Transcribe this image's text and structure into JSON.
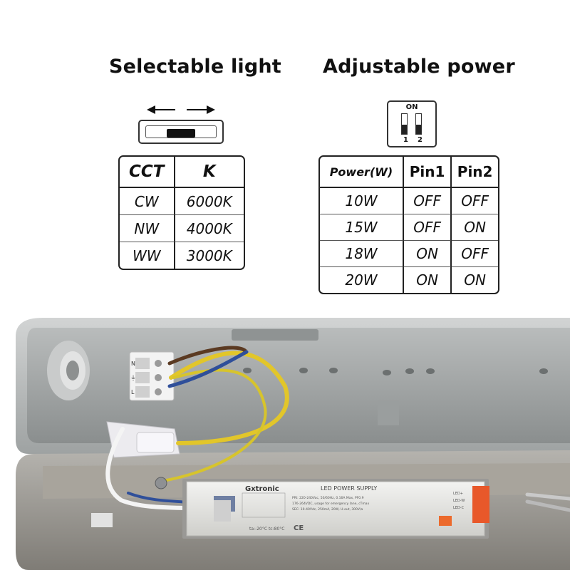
{
  "selectable_light": {
    "title": "Selectable light",
    "table": {
      "headers": [
        "CCT",
        "K"
      ],
      "rows": [
        [
          "CW",
          "6000K"
        ],
        [
          "NW",
          "4000K"
        ],
        [
          "WW",
          "3000K"
        ]
      ]
    }
  },
  "adjustable_power": {
    "title": "Adjustable power",
    "dip_switch": {
      "label": "ON",
      "pins": [
        "1",
        "2"
      ]
    },
    "table": {
      "headers": [
        "Power(W)",
        "Pin1",
        "Pin2"
      ],
      "rows": [
        [
          "10W",
          "OFF",
          "OFF"
        ],
        [
          "15W",
          "OFF",
          "ON"
        ],
        [
          "18W",
          "ON",
          "OFF"
        ],
        [
          "20W",
          "ON",
          "ON"
        ]
      ]
    }
  },
  "photo": {
    "terminal_labels": [
      "N",
      "⏚",
      "L"
    ],
    "driver": {
      "brand": "Gxtronic",
      "label": "LED POWER SUPPLY",
      "specs": [
        "PRI: 220-240Vac, 50/60Hz, 0.16A Max, PF0.9",
        "176-264VDC, usage for emergency lane, cTmax",
        "SEC: 10-40Vdc, 250mA, 20W, U-out, 300V/a"
      ],
      "temp": "ta:-20°C  tc:80°C",
      "marks": "CE",
      "terminals": [
        "LED+",
        "LED-W",
        "LED-C"
      ]
    }
  }
}
